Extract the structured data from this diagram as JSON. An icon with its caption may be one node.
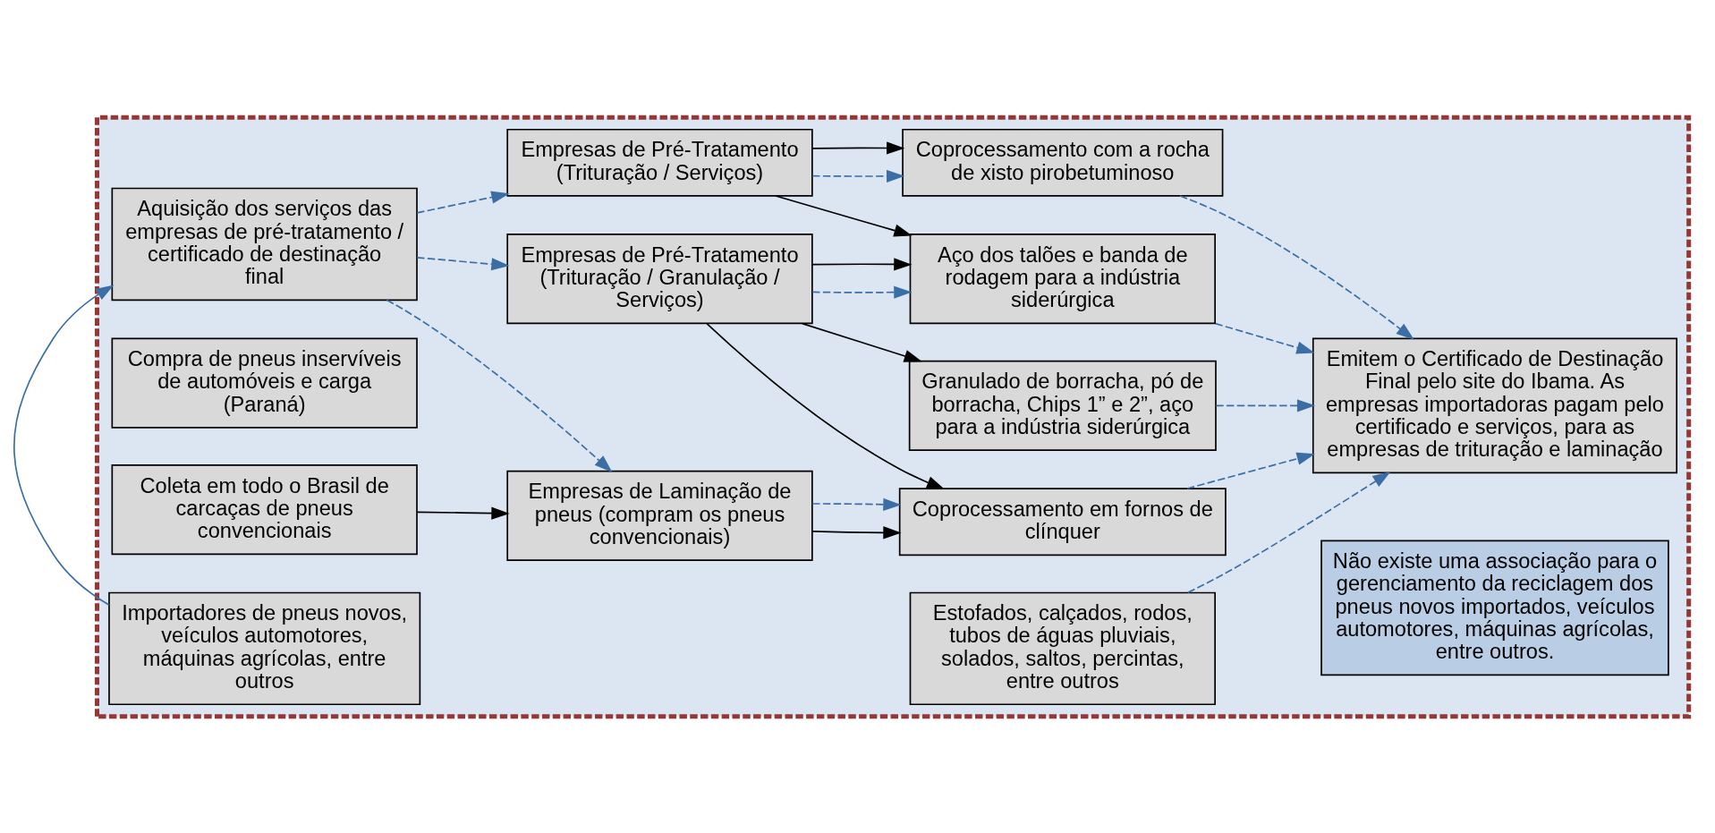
{
  "diagram": {
    "nodes": [
      {
        "text": [],
        "shape": "box"
      },
      {
        "text": [
          "Compra de pneus inservíveis de automóveis e carga (Paraná)"
        ],
        "in": 0
      },
      {
        "text": [
          "Aquisição dos serviços das empresas de pré-tratamento / certificado de destinação final"
        ],
        "in": 0
      },
      {
        "text": [
          "Importadores de pneus novos, veículos automotores, máquinas agrícolas, entre outros"
        ],
        "in": 0
      },
      {
        "text": [
          "Coleta em todo o Brasil de carcaças de pneus convencionais"
        ],
        "in": 0
      },
      {
        "text": [
          "Empresas de Pré-Tratamento (Trituração / Serviços)"
        ],
        "in": 0
      },
      {
        "text": [
          "Empresas de Pré-Tratamento (Trituração / Granulação / Serviços)"
        ],
        "in": 0
      },
      {
        "text": [
          "Empresas de Laminação de pneus (compram os pneus convencionais)"
        ],
        "in": 0
      },
      {
        "text": [
          "Coprocessamento com a rocha de xisto pirobetuminoso"
        ],
        "in": 0
      },
      {
        "text": [
          "Aço dos talões e banda de rodagem para a indústria siderúrgica"
        ],
        "in": 0
      },
      {
        "text": [
          "Granulado de borracha, pó de borracha, Chips 1” e 2”, aço para a indústria siderúrgica"
        ],
        "in": 0
      },
      {
        "text": [
          "Coprocessamento em fornos de clínquer"
        ],
        "in": 0
      },
      {
        "text": [
          "Estofados, calçados, rodos, tubos de águas pluviais, solados, saltos, percintas, entre outros"
        ],
        "in": 0
      },
      {
        "text": [
          "Emitem o Certificado de Destinação Final pelo site do Ibama. As empresas importadoras pagam pelo certificado e serviços, para as empresas de trituração e laminação"
        ],
        "in": 0
      },
      {
        "text": [
          "Não existe uma associação para o gerenciamento da reciclagem dos pneus novos importados, veículos automotores, máquinas agrícolas, entre outros."
        ],
        "in": 0
      }
    ],
    "edges": [
      {
        "from": 3,
        "to": 2,
        "arrow": "to"
      },
      {
        "from": 2,
        "to": 5,
        "arrow": "to",
        "style": "dashed"
      },
      {
        "from": 2,
        "to": 6,
        "arrow": "to",
        "style": "dashed"
      },
      {
        "from": 2,
        "to": 7,
        "arrow": "to",
        "style": "dashed"
      },
      {
        "from": 4,
        "to": 7,
        "arrow": "to",
        "color": "#000000"
      },
      {
        "from": 5,
        "to": 8,
        "arrow": "to",
        "style": "dashed"
      },
      {
        "from": 5,
        "to": 8,
        "arrow": "to",
        "color": "#000000"
      },
      {
        "from": 5,
        "to": 9,
        "arrow": "to",
        "color": "#000000"
      },
      {
        "from": 6,
        "to": 9,
        "arrow": "to",
        "style": "dashed"
      },
      {
        "from": 6,
        "to": 9,
        "arrow": "to",
        "color": "#000000"
      },
      {
        "from": 6,
        "to": 10,
        "arrow": "to",
        "color": "#000000"
      },
      {
        "from": 6,
        "to": 11,
        "arrow": "to",
        "color": "#000000"
      },
      {
        "from": 7,
        "to": 11,
        "arrow": "to",
        "color": "#000000"
      },
      {
        "from": 7,
        "to": 11,
        "arrow": "to",
        "style": "dashed"
      },
      {
        "from": 8,
        "to": 13,
        "arrow": "to",
        "style": "dashed"
      },
      {
        "from": 9,
        "to": 13,
        "arrow": "to",
        "style": "dashed"
      },
      {
        "from": 10,
        "to": 13,
        "arrow": "to",
        "style": "dashed"
      },
      {
        "from": 11,
        "to": 13,
        "arrow": "to",
        "style": "dashed"
      },
      {
        "from": 12,
        "to": 13,
        "arrow": "to",
        "style": "dashed"
      }
    ]
  }
}
